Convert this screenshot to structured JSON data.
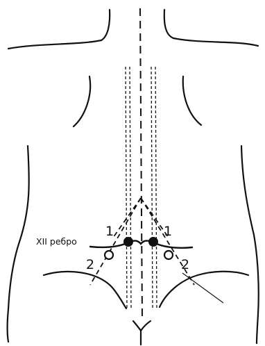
{
  "labels": {
    "rib": "XII ребро",
    "point_1_left": "1",
    "point_1_right": "1",
    "point_2_left": "2",
    "point_2_right": "2"
  },
  "colors": {
    "ink": "#111111",
    "background": "#ffffff"
  }
}
